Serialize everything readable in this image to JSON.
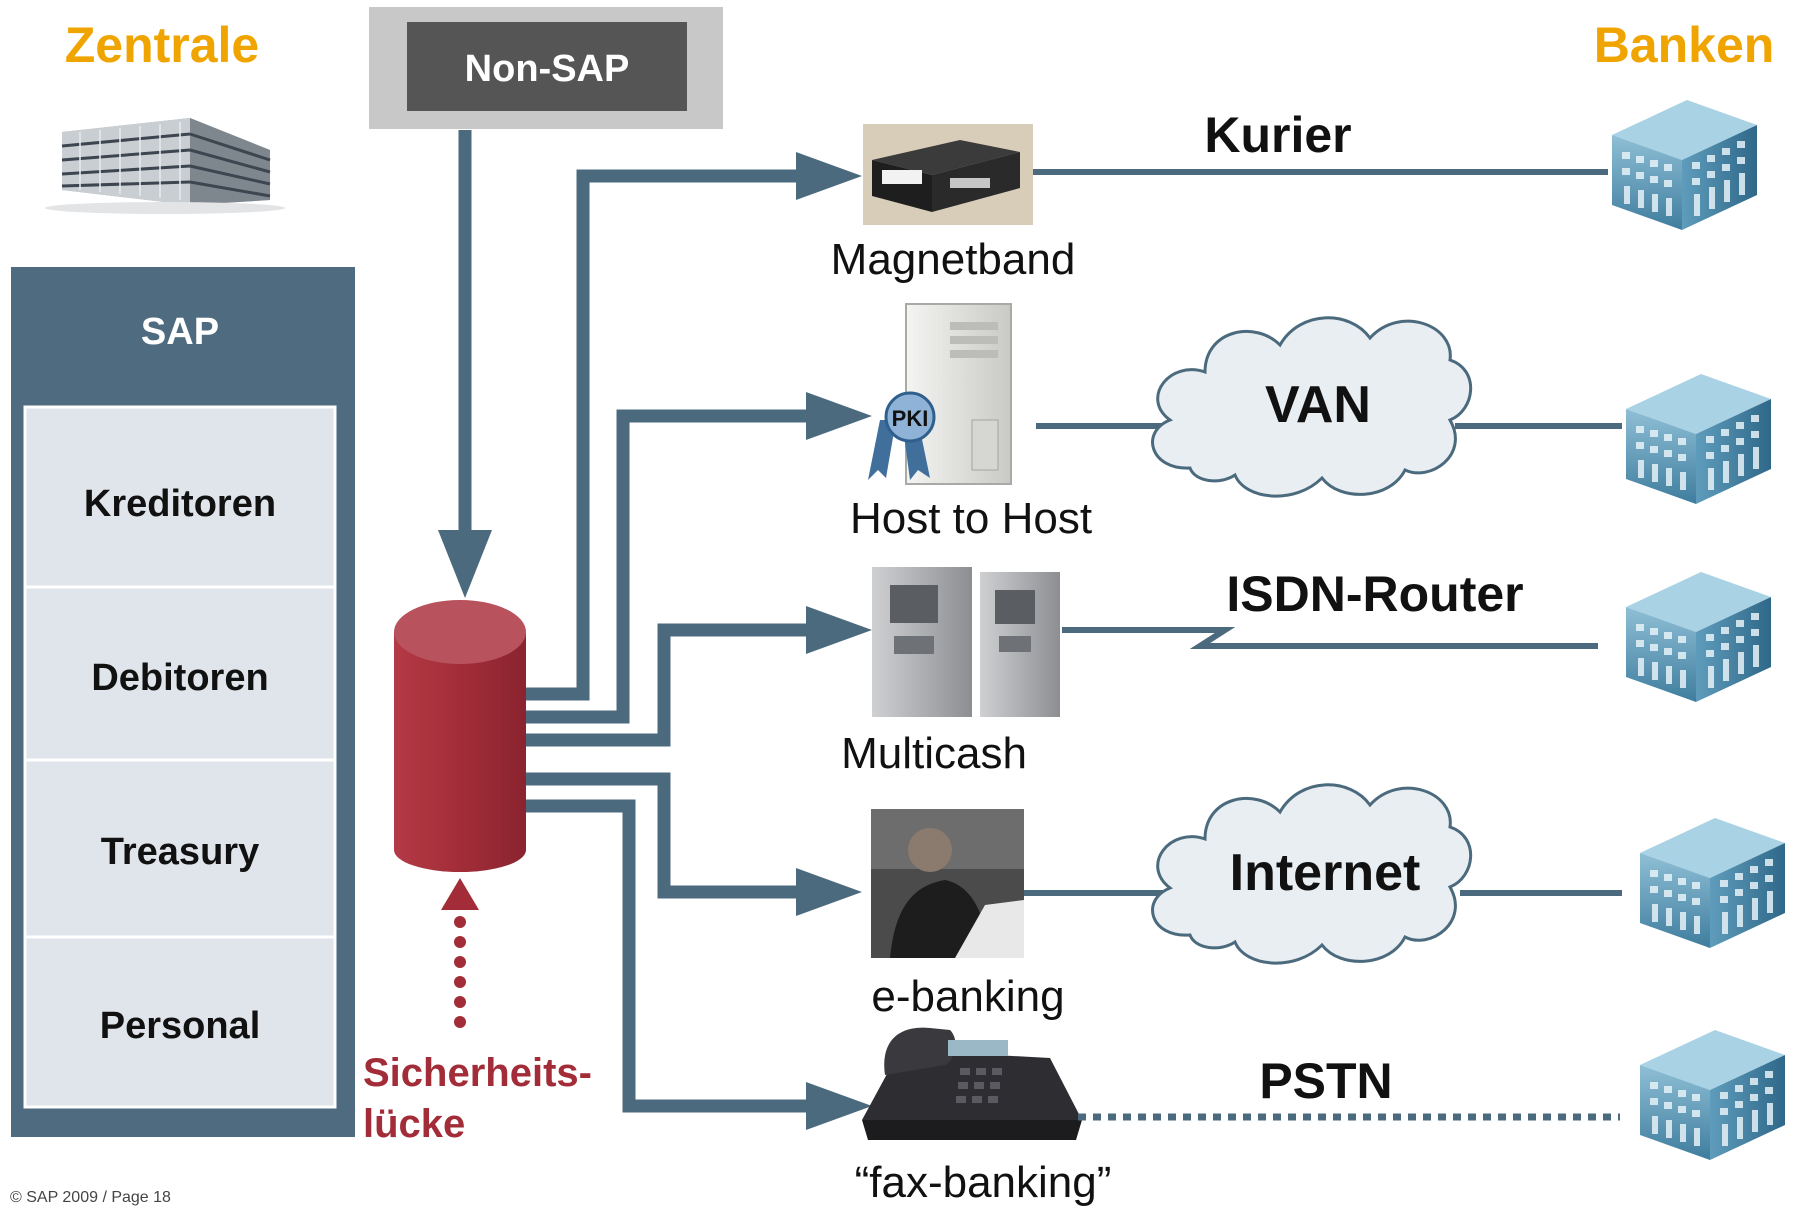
{
  "headings": {
    "left": "Zentrale",
    "right": "Banken"
  },
  "non_sap": {
    "label": "Non-SAP"
  },
  "sap": {
    "title": "SAP",
    "modules": [
      "Kreditoren",
      "Debitoren",
      "Treasury",
      "Personal"
    ]
  },
  "security_gap": {
    "line1": "Sicherheits-",
    "line2": "lücke"
  },
  "channels": [
    {
      "device_label": "Magnetband",
      "network": "Kurier",
      "device_icon": "tape-drive-icon"
    },
    {
      "device_label": "Host to Host",
      "network": "VAN",
      "device_icon": "server-pki-icon",
      "badge": "PKI"
    },
    {
      "device_label": "Multicash",
      "network": "ISDN-Router",
      "device_icon": "atm-icon"
    },
    {
      "device_label": "e-banking",
      "network": "Internet",
      "device_icon": "user-laptop-icon"
    },
    {
      "device_label": "“fax-banking”",
      "network": "PSTN",
      "device_icon": "phone-icon"
    }
  ],
  "footer": "© SAP 2009 / Page 18",
  "colors": {
    "accent_orange": "#f0a400",
    "connector_blue": "#4b6a7d",
    "sap_panel": "#4e6b7f",
    "module_bg": "#dfe5ea",
    "database_red": "#a22d38",
    "security_red": "#a22d38",
    "non_sap_box": "#555555",
    "non_sap_frame": "#c8c8c8"
  }
}
